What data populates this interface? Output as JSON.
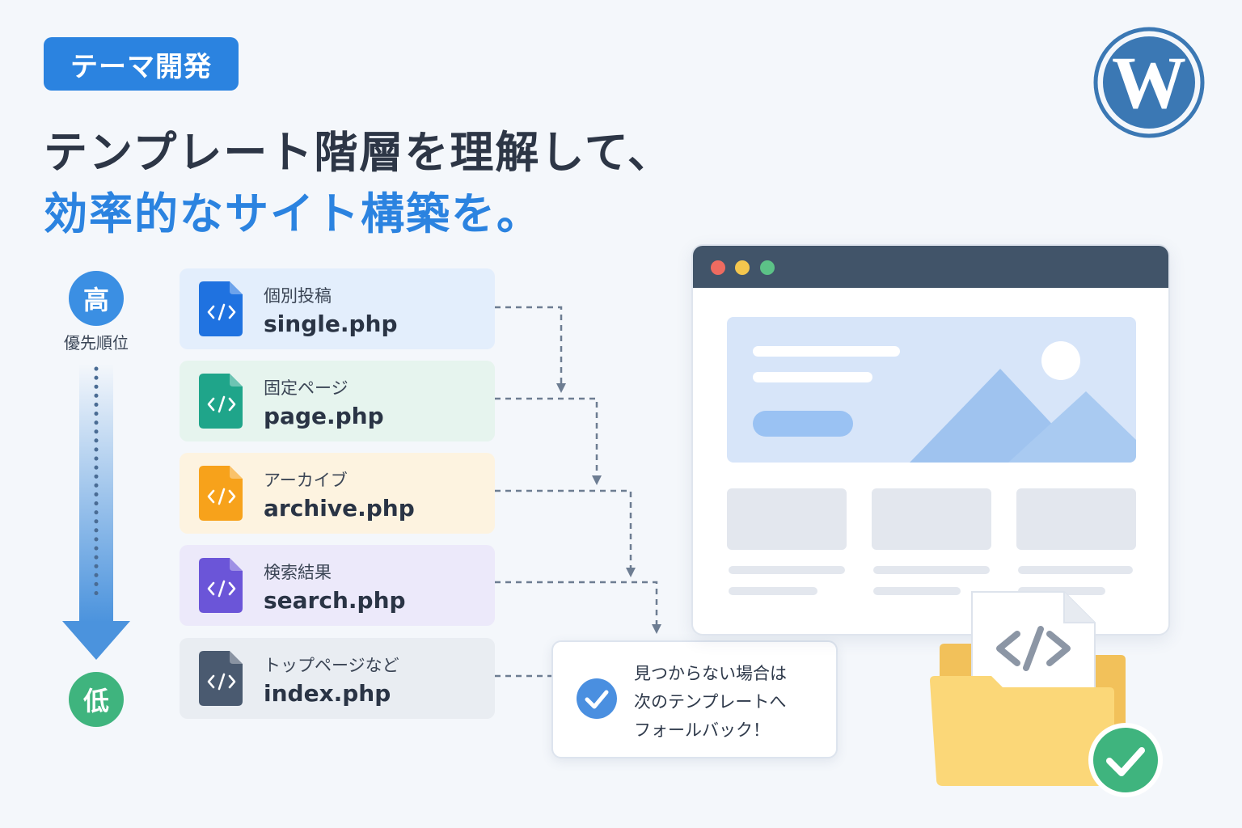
{
  "header": {
    "tag": "テーマ開発",
    "title_line1": "テンプレート階層を理解して、",
    "title_line2": "効率的なサイト構築を。"
  },
  "logo": {
    "icon": "wordpress-logo",
    "color": "#3b78b4"
  },
  "priority": {
    "high": "高",
    "label": "優先順位",
    "low": "低"
  },
  "templates": [
    {
      "jp": "個別投稿",
      "file": "single.php",
      "color": "#1f72e0",
      "bg": "#e3eefc"
    },
    {
      "jp": "固定ページ",
      "file": "page.php",
      "color": "#1fa58a",
      "bg": "#e6f4ee"
    },
    {
      "jp": "アーカイブ",
      "file": "archive.php",
      "color": "#f7a21b",
      "bg": "#fdf3e0"
    },
    {
      "jp": "検索結果",
      "file": "search.php",
      "color": "#6b55d8",
      "bg": "#ece9fa"
    },
    {
      "jp": "トップページなど",
      "file": "index.php",
      "color": "#4a5a70",
      "bg": "#e9edf2"
    }
  ],
  "fallback": {
    "line1": "見つからない場合は",
    "line2": "次のテンプレートへ",
    "line3": "フォールバック！",
    "icon": "check-circle-icon",
    "color": "#4a8fe0"
  },
  "browser": {
    "dots": [
      "#ee6b60",
      "#f4c64e",
      "#5cc287"
    ]
  },
  "folder": {
    "icon": "code-file-icon",
    "check_color": "#3fb47e"
  }
}
